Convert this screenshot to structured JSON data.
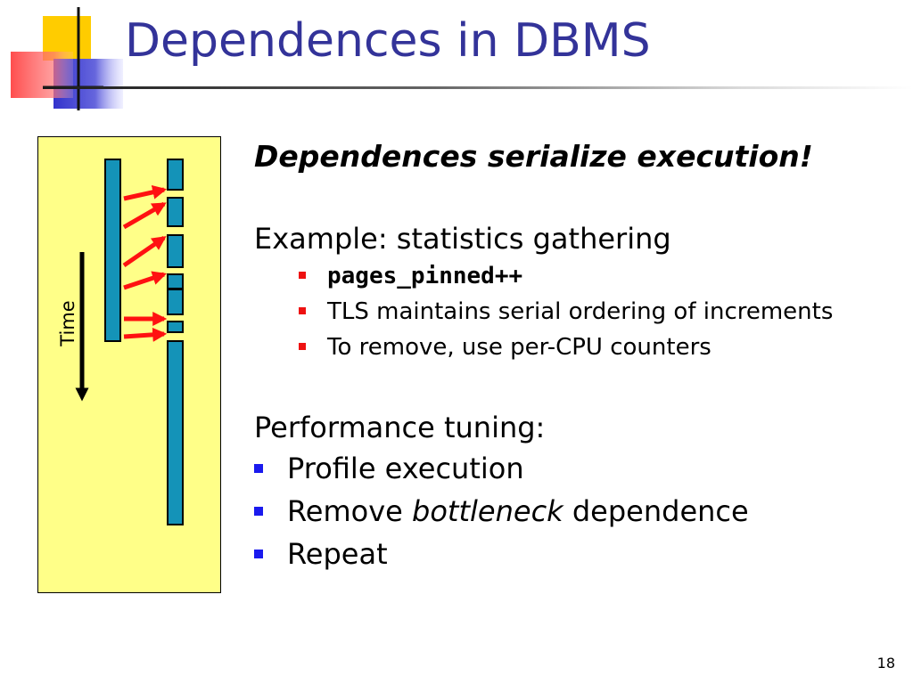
{
  "slide": {
    "title": "Dependences in DBMS",
    "page_number": "18"
  },
  "diagram": {
    "time_label": "Time",
    "colors": {
      "panel": "#ffff88",
      "thread_bar": "#1493b8",
      "dependence_arrow": "#ff1111",
      "gap": "#ffff66"
    }
  },
  "content": {
    "lead": "Dependences serialize execution!",
    "example_heading": "Example: statistics gathering",
    "example_items": [
      "pages_pinned++",
      "TLS maintains serial ordering of increments",
      "To remove, use per-CPU counters"
    ],
    "tuning_heading": "Performance tuning:",
    "tuning_items": {
      "profile": "Profile execution",
      "remove_prefix": "Remove ",
      "remove_emph": "bottleneck",
      "remove_suffix": " dependence",
      "repeat": "Repeat"
    }
  },
  "colors": {
    "title": "#333399",
    "sub_bullet": "#ee1111",
    "main_bullet": "#1a1aee"
  }
}
